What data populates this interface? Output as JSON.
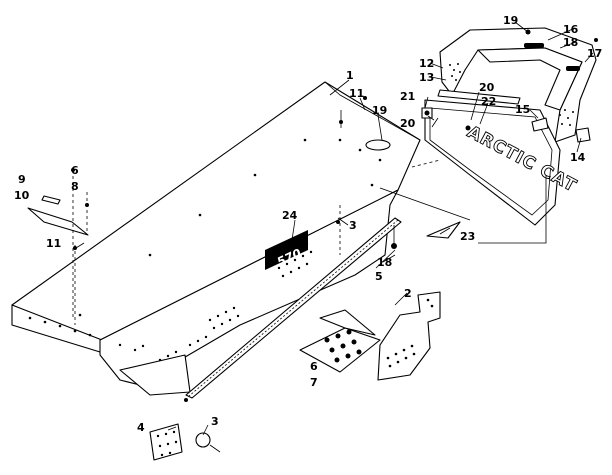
{
  "callouts": [
    "1",
    "2",
    "3",
    "3",
    "4",
    "5",
    "6",
    "6",
    "7",
    "8",
    "9",
    "10",
    "11",
    "11",
    "12",
    "13",
    "14",
    "15",
    "16",
    "17",
    "18",
    "18",
    "19",
    "19",
    "20",
    "20",
    "21",
    "22",
    "23",
    "24"
  ],
  "badge_text": "570",
  "rear_panel_text": "ARCTIC CAT"
}
